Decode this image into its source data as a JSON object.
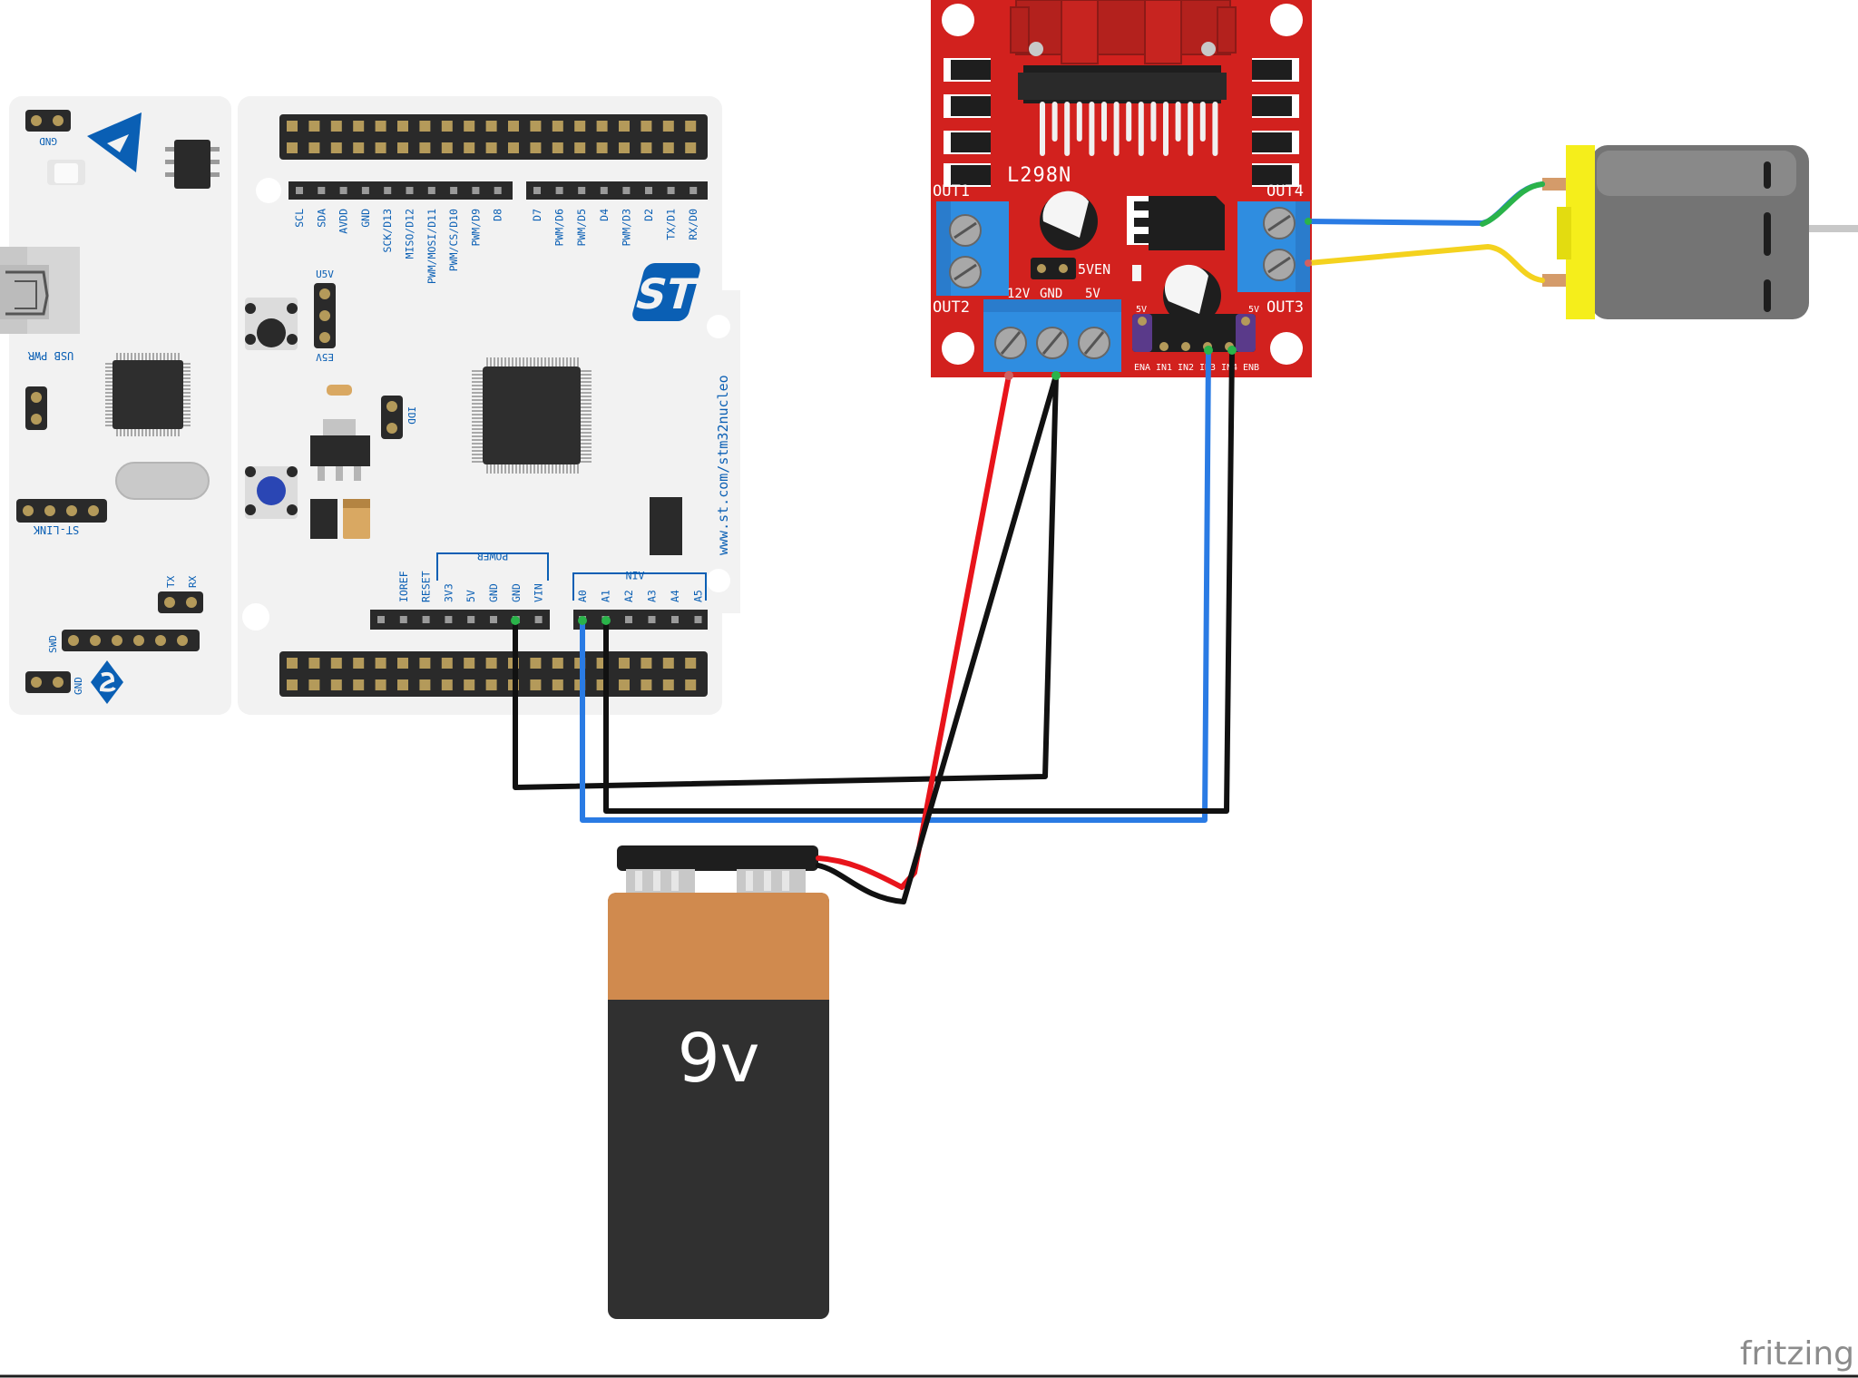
{
  "nucleo": {
    "url_text": "www.st.com/stm32nucleo",
    "header_top_labels": [
      "SCL",
      "SDA",
      "AVDD",
      "GND",
      "SCK/D13",
      "MISO/D12",
      "PWM/MOSI/D11",
      "PWM/CS/D10",
      "PWM/D9",
      "D8",
      "D7",
      "PWM/D6",
      "PWM/D5",
      "D4",
      "PWM/D3",
      "D2",
      "TX/D1",
      "RX/D0"
    ],
    "power_labels": [
      "IOREF",
      "RESET",
      "3V3",
      "5V",
      "GND",
      "GND",
      "VIN"
    ],
    "analog_labels": [
      "A0",
      "A1",
      "A2",
      "A3",
      "A4",
      "A5"
    ],
    "power_group_label": "POWER",
    "analog_group_label": "AIN",
    "gnd_top_label": "GND",
    "usb_pwr_label": "USB PWR",
    "stlink_label": "ST-LINK",
    "u5v_label": "U5V",
    "e5v_label": "E5V",
    "idd_label": "IDD",
    "tx_label": "TX",
    "rx_label": "RX",
    "swd_label": "SWD",
    "gnd_bottom_label": "GND",
    "st_logo_text": "ST"
  },
  "driver": {
    "chip_label": "L298N",
    "out1": "OUT1",
    "out2": "OUT2",
    "out3": "OUT3",
    "out4": "OUT4",
    "v12": "12V",
    "gnd": "GND",
    "v5": "5V",
    "sven": "5VEN",
    "small_5v_left": "5V",
    "small_5v_right": "5V",
    "pins": [
      "ENA",
      "IN1",
      "IN2",
      "IN3",
      "IN4",
      "ENB"
    ]
  },
  "battery": {
    "label": "9v"
  },
  "watermark": "fritzing",
  "colors": {
    "board_bg": "#f2f2f2",
    "header_black": "#2a2a2a",
    "pin_gold": "#b49a5a",
    "st_blue": "#0a5fb4",
    "driver_red": "#d2211e",
    "terminal_blue": "#2f8de0",
    "wire_red": "#e8141b",
    "wire_black": "#111111",
    "wire_blue": "#2a7be4",
    "wire_green": "#2ab34a",
    "wire_yellow": "#f4d21e",
    "motor_gray": "#747474",
    "motor_yellow": "#f5ee1b",
    "battery_orange": "#d08a4e",
    "battery_black": "#303030"
  }
}
